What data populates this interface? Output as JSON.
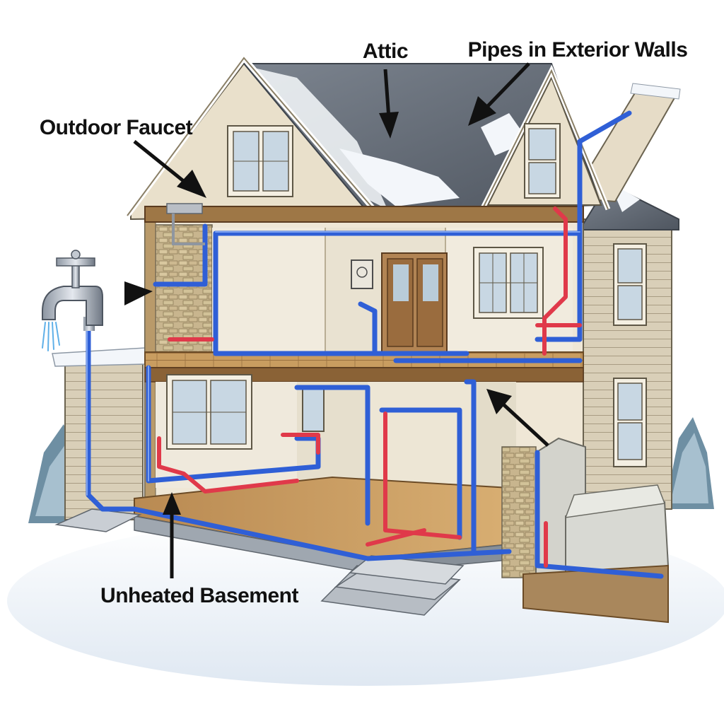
{
  "labels": {
    "attic": "Attic",
    "exterior_walls": "Pipes in Exterior Walls",
    "outdoor_faucet": "Outdoor Faucet",
    "unheated_basement": "Unheated Basement"
  },
  "colors": {
    "cold_pipe": "#2f5fd6",
    "hot_pipe": "#e0394a",
    "roof": "#6d7580",
    "siding": "#d9cfb8",
    "snow": "#eef3f8",
    "floor": "#c79a5e",
    "arrow": "#111111"
  },
  "icons": [
    "faucet-icon",
    "water-spray-icon",
    "pointer-arrow-icon"
  ]
}
